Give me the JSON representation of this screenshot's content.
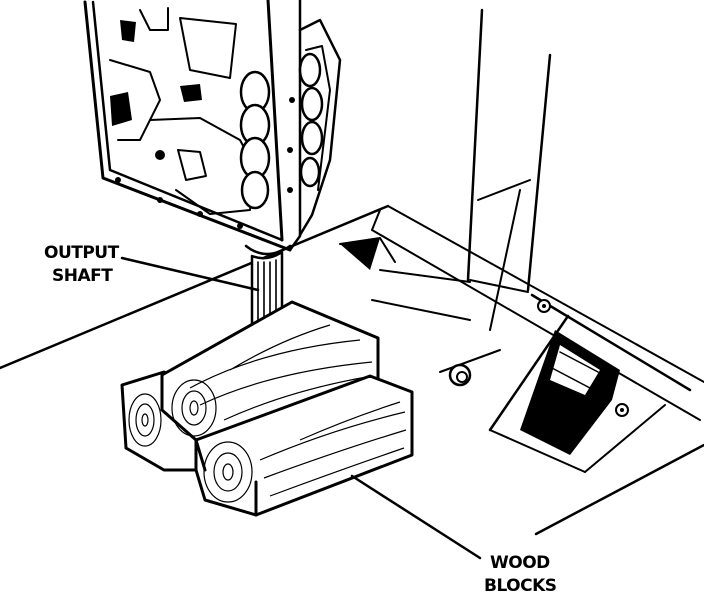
{
  "labels": {
    "output_shaft": [
      "OUTPUT",
      "SHAFT"
    ],
    "wood_blocks": [
      "WOOD",
      "BLOCKS"
    ]
  },
  "colors": {
    "ink": "#000000",
    "paper": "#ffffff"
  }
}
